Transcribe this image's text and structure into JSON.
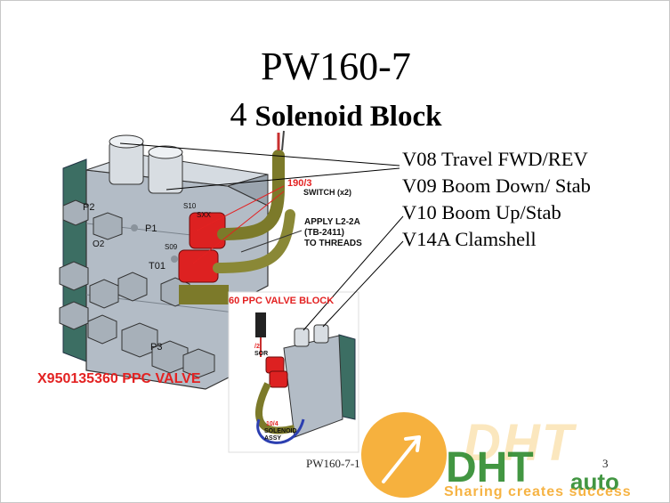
{
  "slide": {
    "title": "PW160-7",
    "subtitle_number": "4",
    "subtitle_text": "Solenoid Block",
    "legend": [
      "V08 Travel FWD/REV",
      "V09 Boom Down/ Stab",
      "V10 Boom Up/Stab",
      "V14A Clamshell"
    ],
    "footer_left": "PW160-7-1",
    "page_number": "3"
  },
  "diagram": {
    "switch_label_1": "190/3",
    "switch_label_2": "SWITCH (x2)",
    "apply_label_1": "APPLY L2-2A",
    "apply_label_2": "(TB-2411)",
    "apply_label_3": "TO THREADS",
    "valve_caption": "X950135360 PPC VALVE",
    "inset_caption": "60 PPC VALVE BLOCK",
    "inset_solenoid_1": "10/4",
    "inset_solenoid_2": "SOLENOID",
    "inset_solenoid_3": "ASSY",
    "inset_sensor_1": "/2",
    "inset_sensor_2": "SOR",
    "port_labels": [
      "P2",
      "P1",
      "T01",
      "O2",
      "P3",
      "S09",
      "S10",
      "SXX"
    ]
  },
  "watermark": {
    "brand_top": "DHT",
    "brand_bottom": "auto",
    "slogan": "Sharing creates success"
  },
  "colors": {
    "red_label": "#e32222",
    "hose": "#7c7a2a",
    "solenoid": "#dd2121",
    "watermark_orange": "#f5a623",
    "watermark_green": "#2e8b2e"
  }
}
